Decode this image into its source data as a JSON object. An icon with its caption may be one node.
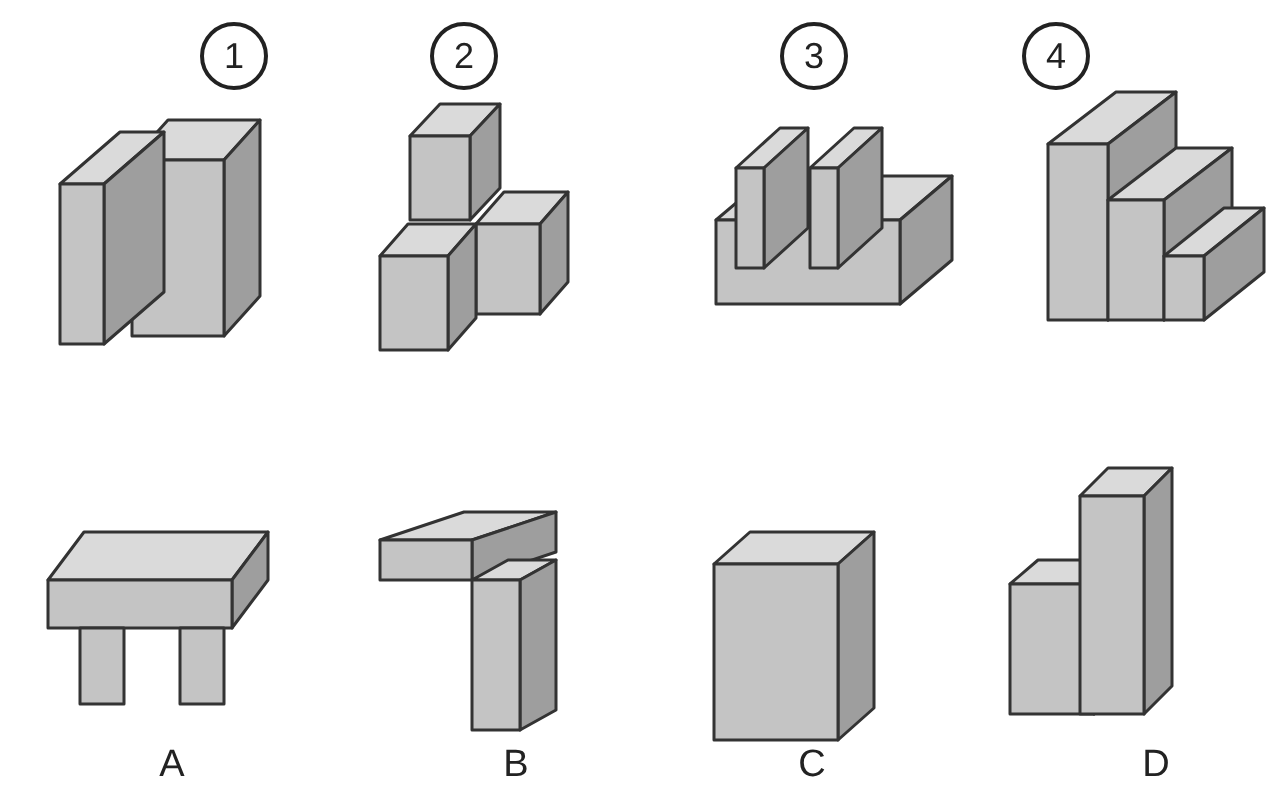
{
  "diagram": {
    "nodes": [
      {
        "text": [
          "1"
        ]
      },
      {
        "text": [
          "2"
        ]
      },
      {
        "text": [
          "3"
        ]
      },
      {
        "text": [
          "4"
        ]
      }
    ],
    "labels": [
      "A",
      "B",
      "C",
      "D"
    ]
  }
}
